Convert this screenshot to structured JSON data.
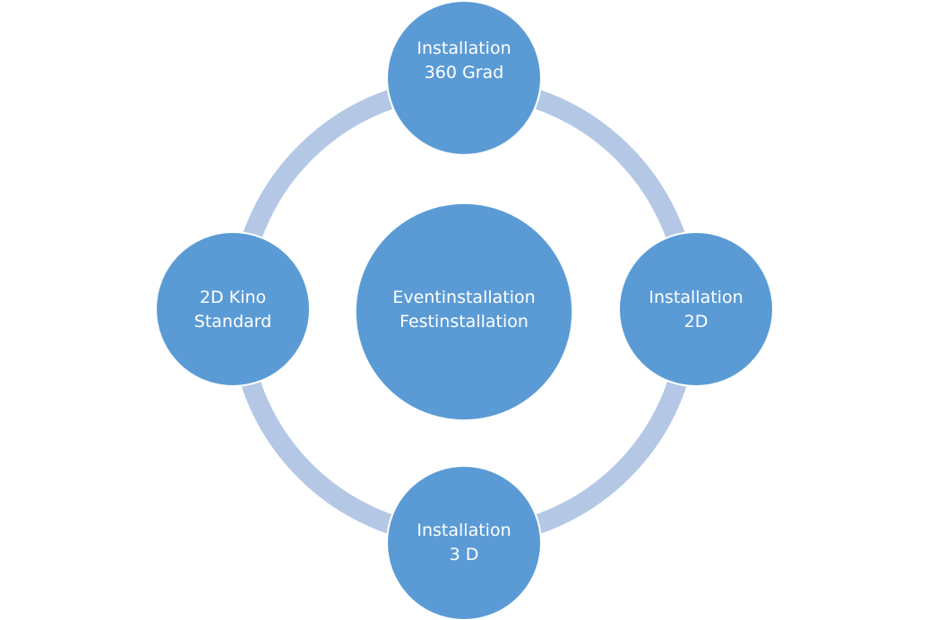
{
  "diagram": {
    "center": {
      "line1": "Eventinstallation",
      "line2": "Festinstallation"
    },
    "top": {
      "line1": "Installation",
      "line2": "360 Grad"
    },
    "right": {
      "line1": "Installation",
      "line2": "2D"
    },
    "bottom": {
      "line1": "Installation",
      "line2": "3 D"
    },
    "left": {
      "line1": "2D Kino",
      "line2": "Standard"
    }
  },
  "colors": {
    "node_fill": "#5b9bd5",
    "node_stroke": "#ffffff",
    "ring": "#b4c8e6",
    "text": "#ffffff"
  }
}
